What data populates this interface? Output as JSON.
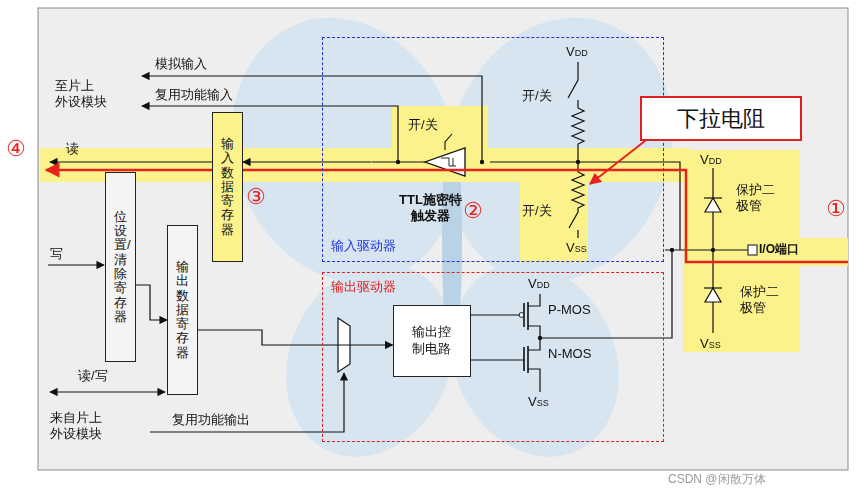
{
  "diagram": {
    "nodes": [
      {
        "text": [
          "输入驱动器"
        ]
      },
      {
        "text": [
          "TTL施密特 触发器"
        ],
        "in": 0
      },
      {
        "text": [
          "输出驱动器"
        ]
      },
      {
        "text": [
          "输出控制电路"
        ],
        "in": 2
      },
      {
        "text": [
          "输入数据寄存器"
        ]
      },
      {
        "text": [
          "位设置/清除寄存器"
        ]
      },
      {
        "text": [
          "输出数据寄存器"
        ]
      },
      {
        "text": [
          "下拉电阻"
        ]
      },
      {
        "text": [
          "I/O端口"
        ]
      }
    ],
    "edges": [
      {
        "from": 5,
        "to": 6,
        "arrow": "to"
      },
      {
        "from": 6,
        "to": 3,
        "arrow": "to"
      },
      {
        "from": 1,
        "to": 4,
        "arrow": "to"
      }
    ],
    "labels": [
      "模拟输入",
      "复用功能输入",
      "至片上 外设模块",
      "④",
      "读",
      "③",
      "开/关",
      "开/关",
      "开/关",
      "②",
      "VDD",
      "VSS",
      "VDD",
      "保护二极管",
      "保护二极管",
      "VSS",
      "①",
      "写",
      "读/写",
      "来自片上 外设模块",
      "复用功能输出",
      "VDD",
      "P-MOS",
      "N-MOS",
      "VSS",
      "CSDN @闲散万体"
    ]
  }
}
